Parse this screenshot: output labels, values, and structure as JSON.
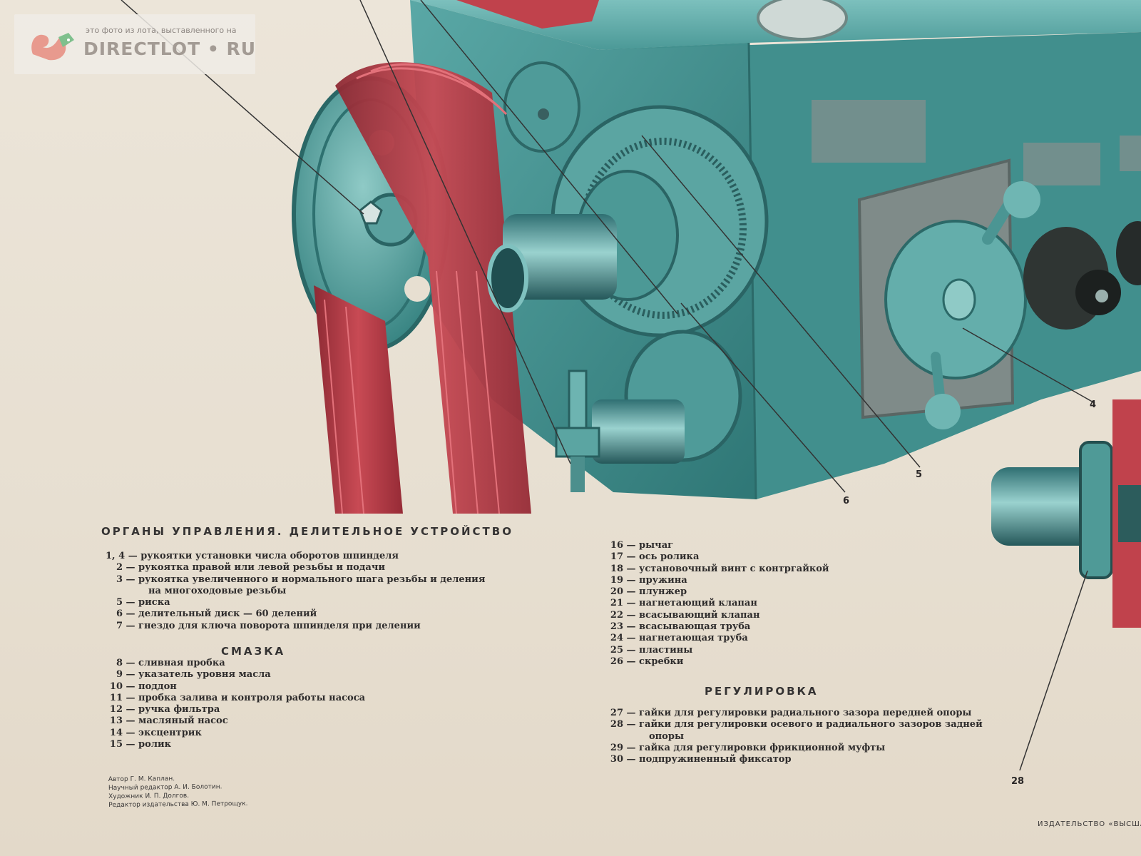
{
  "watermark": {
    "small": "это фото из лота, выставленного на",
    "brand": "DIRECTLOT • RU"
  },
  "sections": {
    "controls_title": "ОРГАНЫ УПРАВЛЕНИЯ. ДЕЛИТЕЛЬНОЕ УСТРОЙСТВО",
    "lubrication_title": "СМАЗКА",
    "adjustment_title": "РЕГУЛИРОВКА"
  },
  "controls_items": [
    {
      "num": "1, 4",
      "text": "— рукоятки установки числа оборотов шпинделя"
    },
    {
      "num": "2",
      "text": "— рукоятка правой или левой резьбы и подачи"
    },
    {
      "num": "3",
      "text": "— рукоятка увеличенного и нормального шага резьбы и деления",
      "cont": "на многоходовые резьбы"
    },
    {
      "num": "5",
      "text": "— риска"
    },
    {
      "num": "6",
      "text": "— делительный диск — 60 делений"
    },
    {
      "num": "7",
      "text": "— гнездо для ключа поворота шпинделя при делении"
    }
  ],
  "lubrication_items": [
    {
      "num": "8",
      "text": "— сливная пробка"
    },
    {
      "num": "9",
      "text": "— указатель уровня масла"
    },
    {
      "num": "10",
      "text": "— поддон"
    },
    {
      "num": "11",
      "text": "— пробка залива и контроля работы насоса"
    },
    {
      "num": "12",
      "text": "— ручка фильтра"
    },
    {
      "num": "13",
      "text": "— масляный насос"
    },
    {
      "num": "14",
      "text": "— эксцентрик"
    },
    {
      "num": "15",
      "text": "— ролик"
    }
  ],
  "parts_items": [
    {
      "num": "16",
      "text": "— рычаг"
    },
    {
      "num": "17",
      "text": "— ось ролика"
    },
    {
      "num": "18",
      "text": "— установочный винт с контргайкой"
    },
    {
      "num": "19",
      "text": "— пружина"
    },
    {
      "num": "20",
      "text": "— плунжер"
    },
    {
      "num": "21",
      "text": "— нагнетающий клапан"
    },
    {
      "num": "22",
      "text": "— всасывающий клапан"
    },
    {
      "num": "23",
      "text": "— всасывающая труба"
    },
    {
      "num": "24",
      "text": "— нагнетающая труба"
    },
    {
      "num": "25",
      "text": "— пластины"
    },
    {
      "num": "26",
      "text": "— скребки"
    }
  ],
  "adjustment_items": [
    {
      "num": "27",
      "text": "— гайки для регулировки радиального зазора передней опоры"
    },
    {
      "num": "28",
      "text": "— гайки для регулировки осевого и радиального зазоров задней",
      "cont": "опоры"
    },
    {
      "num": "29",
      "text": "— гайка для регулировки фрикционной муфты"
    },
    {
      "num": "30",
      "text": "— подпружиненный фиксатор"
    }
  ],
  "credits": [
    "Автор Г. М. Каплан.",
    "Научный редактор А. И. Болотин.",
    "Художник И. П. Долгов.",
    "Редактор издательства Ю. М. Петрощук."
  ],
  "callouts": {
    "c4": "4",
    "c5": "5",
    "c6": "6",
    "c28": "28"
  },
  "publisher": "ИЗДАТЕЛЬСТВО «ВЫСША",
  "colors": {
    "machine": "#3f8e8c",
    "belt": "#b53a44",
    "paper": "#e9e1d4"
  }
}
